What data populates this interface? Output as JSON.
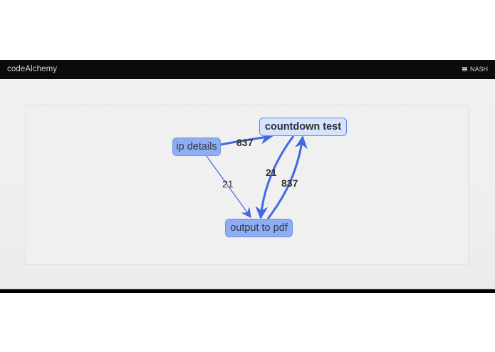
{
  "header": {
    "brand": "codeAlchemy",
    "user_menu_label": "NASH",
    "user_menu_icon": "hamburger-menu-icon"
  },
  "graph": {
    "nodes": [
      {
        "id": "ip_details",
        "label": "ip details",
        "fill": "#8fadf2",
        "selected": false
      },
      {
        "id": "countdown_test",
        "label": "countdown test",
        "fill": "#d6e4fb",
        "selected": true
      },
      {
        "id": "output_to_pdf",
        "label": "output to pdf",
        "fill": "#8fadf2",
        "selected": false
      }
    ],
    "edges": [
      {
        "from": "ip_details",
        "to": "countdown_test",
        "label": "837"
      },
      {
        "from": "ip_details",
        "to": "output_to_pdf",
        "label": "21"
      },
      {
        "from": "countdown_test",
        "to": "output_to_pdf",
        "label": "21"
      },
      {
        "from": "output_to_pdf",
        "to": "countdown_test",
        "label": "837"
      }
    ],
    "edge_color": "#4169e1"
  }
}
